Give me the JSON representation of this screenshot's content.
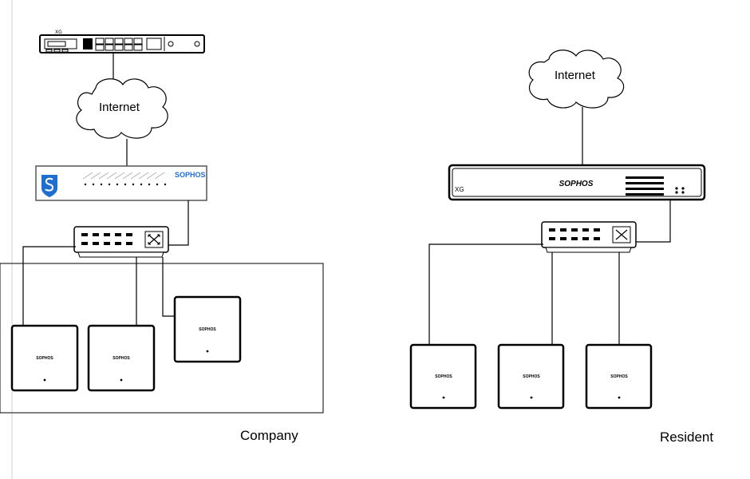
{
  "labels": {
    "internet_company": "Internet",
    "internet_resident": "Internet",
    "company": "Company",
    "resident": "Resident"
  },
  "devices": {
    "company_firewall": {
      "model": "XG"
    },
    "company_appliance": {
      "brand": "SOPHOS"
    },
    "resident_firewall": {
      "brand": "SOPHOS",
      "model": "XG"
    },
    "access_point_brand": "SOPHOS"
  },
  "colors": {
    "line": "#000000",
    "sophos_blue": "#1f6fd1",
    "frame": "#555555"
  }
}
